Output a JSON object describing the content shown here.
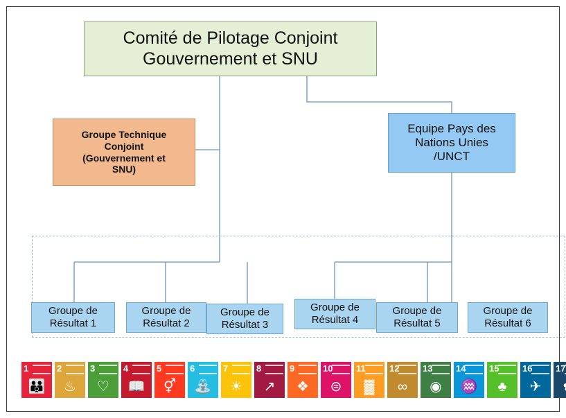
{
  "top_box": {
    "line1": "Comité de Pilotage Conjoint",
    "line2": "Gouvernement et SNU"
  },
  "technical_group": {
    "line1": "Groupe Technique",
    "line2": "Conjoint",
    "line3": "(Gouvernement et",
    "line4": "SNU)"
  },
  "unct_box": {
    "line1": "Equipe Pays des",
    "line2": "Nations Unies",
    "line3": "/UNCT"
  },
  "result_groups": [
    {
      "line1": "Groupe de",
      "line2": "Résultat 1"
    },
    {
      "line1": "Groupe de",
      "line2": "Résultat 2"
    },
    {
      "line1": "Groupe de",
      "line2": "Résultat 3"
    },
    {
      "line1": "Groupe de",
      "line2": "Résultat 4"
    },
    {
      "line1": "Groupe de",
      "line2": "Résultat 5"
    },
    {
      "line1": "Groupe de",
      "line2": "Résultat 6"
    }
  ],
  "sdg_icons": [
    {
      "number": "1",
      "color": "#e5243b",
      "icon": "people-icon"
    },
    {
      "number": "2",
      "color": "#dda63a",
      "icon": "bowl-icon"
    },
    {
      "number": "3",
      "color": "#4c9f38",
      "icon": "heartbeat-icon"
    },
    {
      "number": "4",
      "color": "#c5192d",
      "icon": "book-icon"
    },
    {
      "number": "5",
      "color": "#ff3a21",
      "icon": "gender-icon"
    },
    {
      "number": "6",
      "color": "#26bde2",
      "icon": "water-icon"
    },
    {
      "number": "7",
      "color": "#fcc30b",
      "icon": "sun-icon"
    },
    {
      "number": "8",
      "color": "#a21942",
      "icon": "growth-chart-icon"
    },
    {
      "number": "9",
      "color": "#fd6925",
      "icon": "cubes-icon"
    },
    {
      "number": "10",
      "color": "#dd1367",
      "icon": "equal-icon"
    },
    {
      "number": "11",
      "color": "#fd9d24",
      "icon": "city-icon"
    },
    {
      "number": "12",
      "color": "#bf8b2e",
      "icon": "infinity-icon"
    },
    {
      "number": "13",
      "color": "#3f7e44",
      "icon": "eye-globe-icon"
    },
    {
      "number": "14",
      "color": "#0a97d9",
      "icon": "fish-icon"
    },
    {
      "number": "15",
      "color": "#56c02b",
      "icon": "tree-icon"
    },
    {
      "number": "16",
      "color": "#00689d",
      "icon": "dove-icon"
    },
    {
      "number": "17",
      "color": "#19486a",
      "icon": "flower-icon"
    }
  ]
}
